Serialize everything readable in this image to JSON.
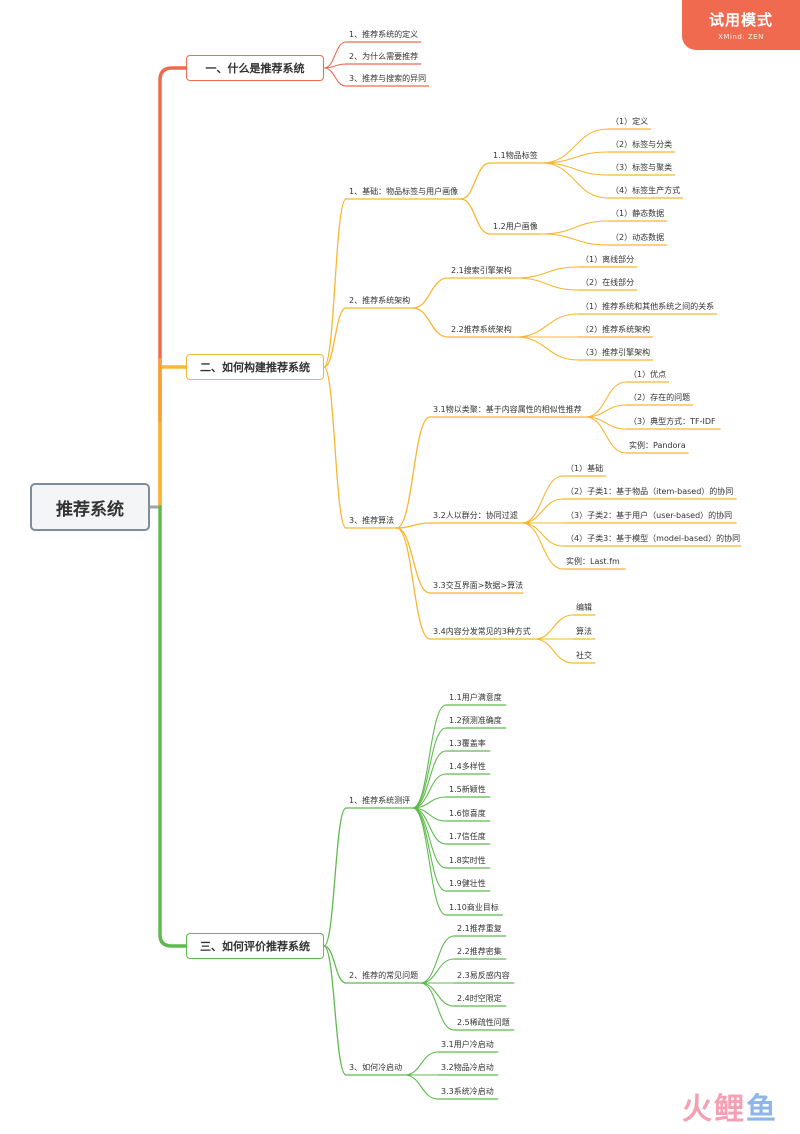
{
  "badge": {
    "title": "试用模式",
    "subtitle": "XMind: ZEN"
  },
  "watermark": {
    "c1": "火",
    "c2": "鲤",
    "c3": "鱼"
  },
  "colors": {
    "branch1": "#f06a4f",
    "branch2": "#f7b731",
    "branch3": "#5fba4f",
    "root_border": "#7f8c99"
  },
  "root": "推荐系统",
  "b1": {
    "title": "一、什么是推荐系统",
    "items": [
      "1、推荐系统的定义",
      "2、为什么需要推荐",
      "3、推荐与搜索的异同"
    ]
  },
  "b2": {
    "title": "二、如何构建推荐系统",
    "s1": {
      "label": "1、基础：物品标签与用户画像",
      "a": {
        "label": "1.1物品标签",
        "items": [
          "（1）定义",
          "（2）标签与分类",
          "（3）标签与聚类",
          "（4）标签生产方式"
        ]
      },
      "b": {
        "label": "1.2用户画像",
        "items": [
          "（1）静态数据",
          "（2）动态数据"
        ]
      }
    },
    "s2": {
      "label": "2、推荐系统架构",
      "a": {
        "label": "2.1搜索引擎架构",
        "items": [
          "（1）离线部分",
          "（2）在线部分"
        ]
      },
      "b": {
        "label": "2.2推荐系统架构",
        "items": [
          "（1）推荐系统和其他系统之间的关系",
          "（2）推荐系统架构",
          "（3）推荐引擎架构"
        ]
      }
    },
    "s3": {
      "label": "3、推荐算法",
      "a": {
        "label": "3.1物以类聚：基于内容属性的相似性推荐",
        "items": [
          "（1）优点",
          "（2）存在的问题",
          "（3）典型方式：TF-IDF",
          "实例：Pandora"
        ]
      },
      "b": {
        "label": "3.2人以群分：协同过滤",
        "items": [
          "（1）基础",
          "（2）子类1：基于物品（item-based）的协同",
          "（3）子类2：基于用户（user-based）的协同",
          "（4）子类3：基于模型（model-based）的协同",
          "实例：Last.fm"
        ]
      },
      "c": {
        "label": "3.3交互界面>数据>算法"
      },
      "d": {
        "label": "3.4内容分发常见的3种方式",
        "items": [
          "编辑",
          "算法",
          "社交"
        ]
      }
    }
  },
  "b3": {
    "title": "三、如何评价推荐系统",
    "s1": {
      "label": "1、推荐系统测评",
      "items": [
        "1.1用户满意度",
        "1.2预测准确度",
        "1.3覆盖率",
        "1.4多样性",
        "1.5新颖性",
        "1.6惊喜度",
        "1.7信任度",
        "1.8实时性",
        "1.9健壮性",
        "1.10商业目标"
      ]
    },
    "s2": {
      "label": "2、推荐的常见问题",
      "items": [
        "2.1推荐重复",
        "2.2推荐密集",
        "2.3易反感内容",
        "2.4时空限定",
        "2.5稀疏性问题"
      ]
    },
    "s3": {
      "label": "3、如何冷启动",
      "items": [
        "3.1用户冷启动",
        "3.2物品冷启动",
        "3.3系统冷启动"
      ]
    }
  }
}
